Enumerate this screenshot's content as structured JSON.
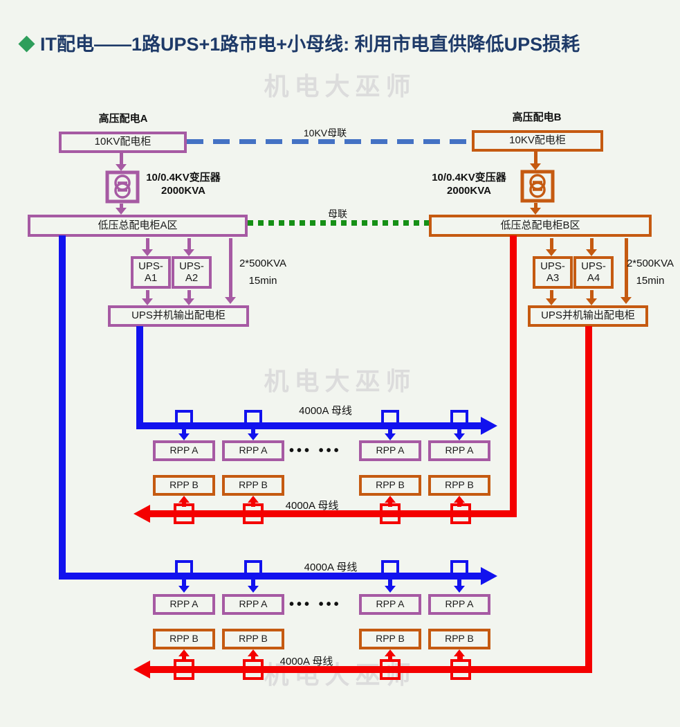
{
  "title": {
    "text": "IT配电——1路UPS+1路市电+小母线: 利用市电直供降低UPS损耗"
  },
  "watermark": "机电大巫师",
  "colors": {
    "background": "#F2F5EF",
    "title": "#1E3A68",
    "diamond": "#2E9E5B",
    "purple_side_a": "#A65AA3",
    "orange_side_b": "#C55A11",
    "blue_bus": "#1212EE",
    "red_bus": "#F40000",
    "hv_tie_dashed": "#4472C4",
    "lv_tie_dotted": "#169016"
  },
  "side_a": {
    "header": "高压配电A",
    "hv_cabinet": "10KV配电柜",
    "transformer_line1": "10/0.4KV变压器",
    "transformer_line2": "2000KVA",
    "lv_cabinet": "低压总配电柜A区",
    "ups1_line1": "UPS-",
    "ups1_line2": "A1",
    "ups2_line1": "UPS-",
    "ups2_line2": "A2",
    "capacity_line1": "2*500KVA",
    "capacity_line2": "15min",
    "ups_output": "UPS并机输出配电柜"
  },
  "side_b": {
    "header": "高压配电B",
    "hv_cabinet": "10KV配电柜",
    "transformer_line1": "10/0.4KV变压器",
    "transformer_line2": "2000KVA",
    "lv_cabinet": "低压总配电柜B区",
    "ups1_line1": "UPS-",
    "ups1_line2": "A3",
    "ups2_line1": "UPS-",
    "ups2_line2": "A4",
    "capacity_line1": "2*500KVA",
    "capacity_line2": "15min",
    "ups_output": "UPS并机输出配电柜"
  },
  "links": {
    "hv_tie": "10KV母联",
    "lv_tie": "母联"
  },
  "buses": {
    "blue1": "4000A 母线",
    "red1": "4000A 母线",
    "blue2": "4000A 母线",
    "red2": "4000A 母线"
  },
  "rpp": {
    "a": "RPP A",
    "b": "RPP B",
    "dots": "••• •••"
  }
}
